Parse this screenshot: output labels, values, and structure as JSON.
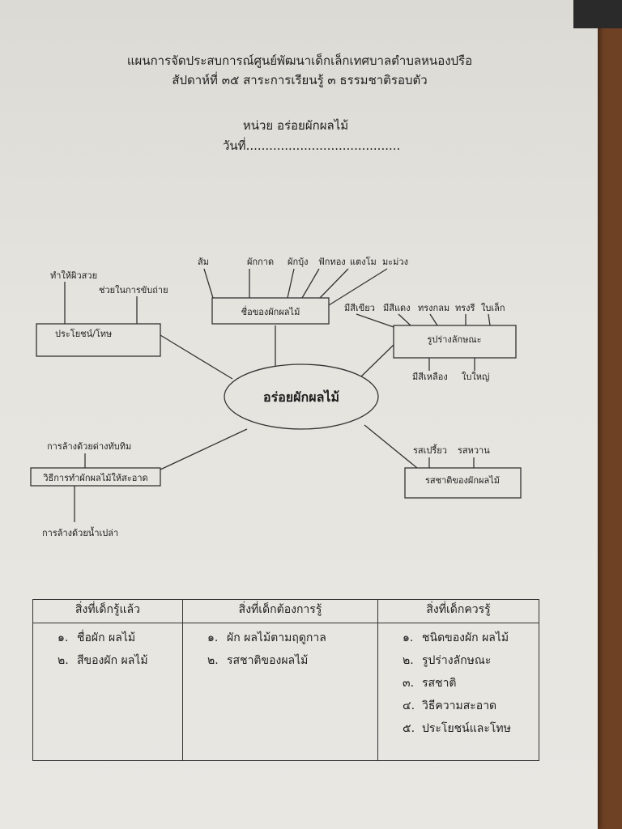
{
  "header": {
    "line1": "แผนการจัดประสบการณ์ศูนย์พัฒนาเด็กเล็กเทศบาลตำบลหนองปรือ",
    "line2": "สัปดาห์ที่ ๓๕  สาระการเรียนรู้  ๓  ธรรมชาติรอบตัว",
    "unit": "หน่วย  อร่อยผักผลไม้",
    "date": "วันที่........................................"
  },
  "mindmap": {
    "center": "อร่อยผักผลไม้",
    "names": {
      "title": "ชื่อของผักผลไม้",
      "items": [
        "ส้ม",
        "ผักกาด",
        "ผักบุ้ง",
        "ฟักทอง",
        "แตงโม",
        "มะม่วง"
      ]
    },
    "benefits": {
      "title": "ประโยชน์/โทษ",
      "items": [
        "ทำให้ผิวสวย",
        "ช่วยในการขับถ่าย"
      ]
    },
    "shape": {
      "title": "รูปร่างลักษณะ",
      "items_top": [
        "มีสีเขียว",
        "มีสีแดง",
        "ทรงกลม",
        "ทรงรี",
        "ใบเล็ก"
      ],
      "items_bottom": [
        "มีสีเหลือง",
        "ใบใหญ่"
      ]
    },
    "cleaning": {
      "title": "วิธีการทำผักผลไม้ให้สะอาด",
      "items": [
        "การล้างด้วยด่างทับทิม",
        "การล้างด้วยน้ำเปล่า"
      ]
    },
    "taste": {
      "title": "รสชาติของผักผลไม้",
      "items": [
        "รสเปรี้ยว",
        "รสหวาน"
      ]
    }
  },
  "table": {
    "headers": [
      "สิ่งที่เด็กรู้แล้ว",
      "สิ่งที่เด็กต้องการรู้",
      "สิ่งที่เด็กควรรู้"
    ],
    "col1": [
      {
        "n": "๑.",
        "t": "ชื่อผัก  ผลไม้"
      },
      {
        "n": "๒.",
        "t": "สีของผัก  ผลไม้"
      }
    ],
    "col2": [
      {
        "n": "๑.",
        "t": "ผัก  ผลไม้ตามฤดูกาล"
      },
      {
        "n": "๒.",
        "t": "รสชาติของผลไม้"
      }
    ],
    "col3": [
      {
        "n": "๑.",
        "t": "ชนิดของผัก  ผลไม้"
      },
      {
        "n": "๒.",
        "t": "รูปร่างลักษณะ"
      },
      {
        "n": "๓.",
        "t": "รสชาติ"
      },
      {
        "n": "๔.",
        "t": "วิธีความสะอาด"
      },
      {
        "n": "๕.",
        "t": "ประโยชน์และโทษ"
      }
    ]
  }
}
